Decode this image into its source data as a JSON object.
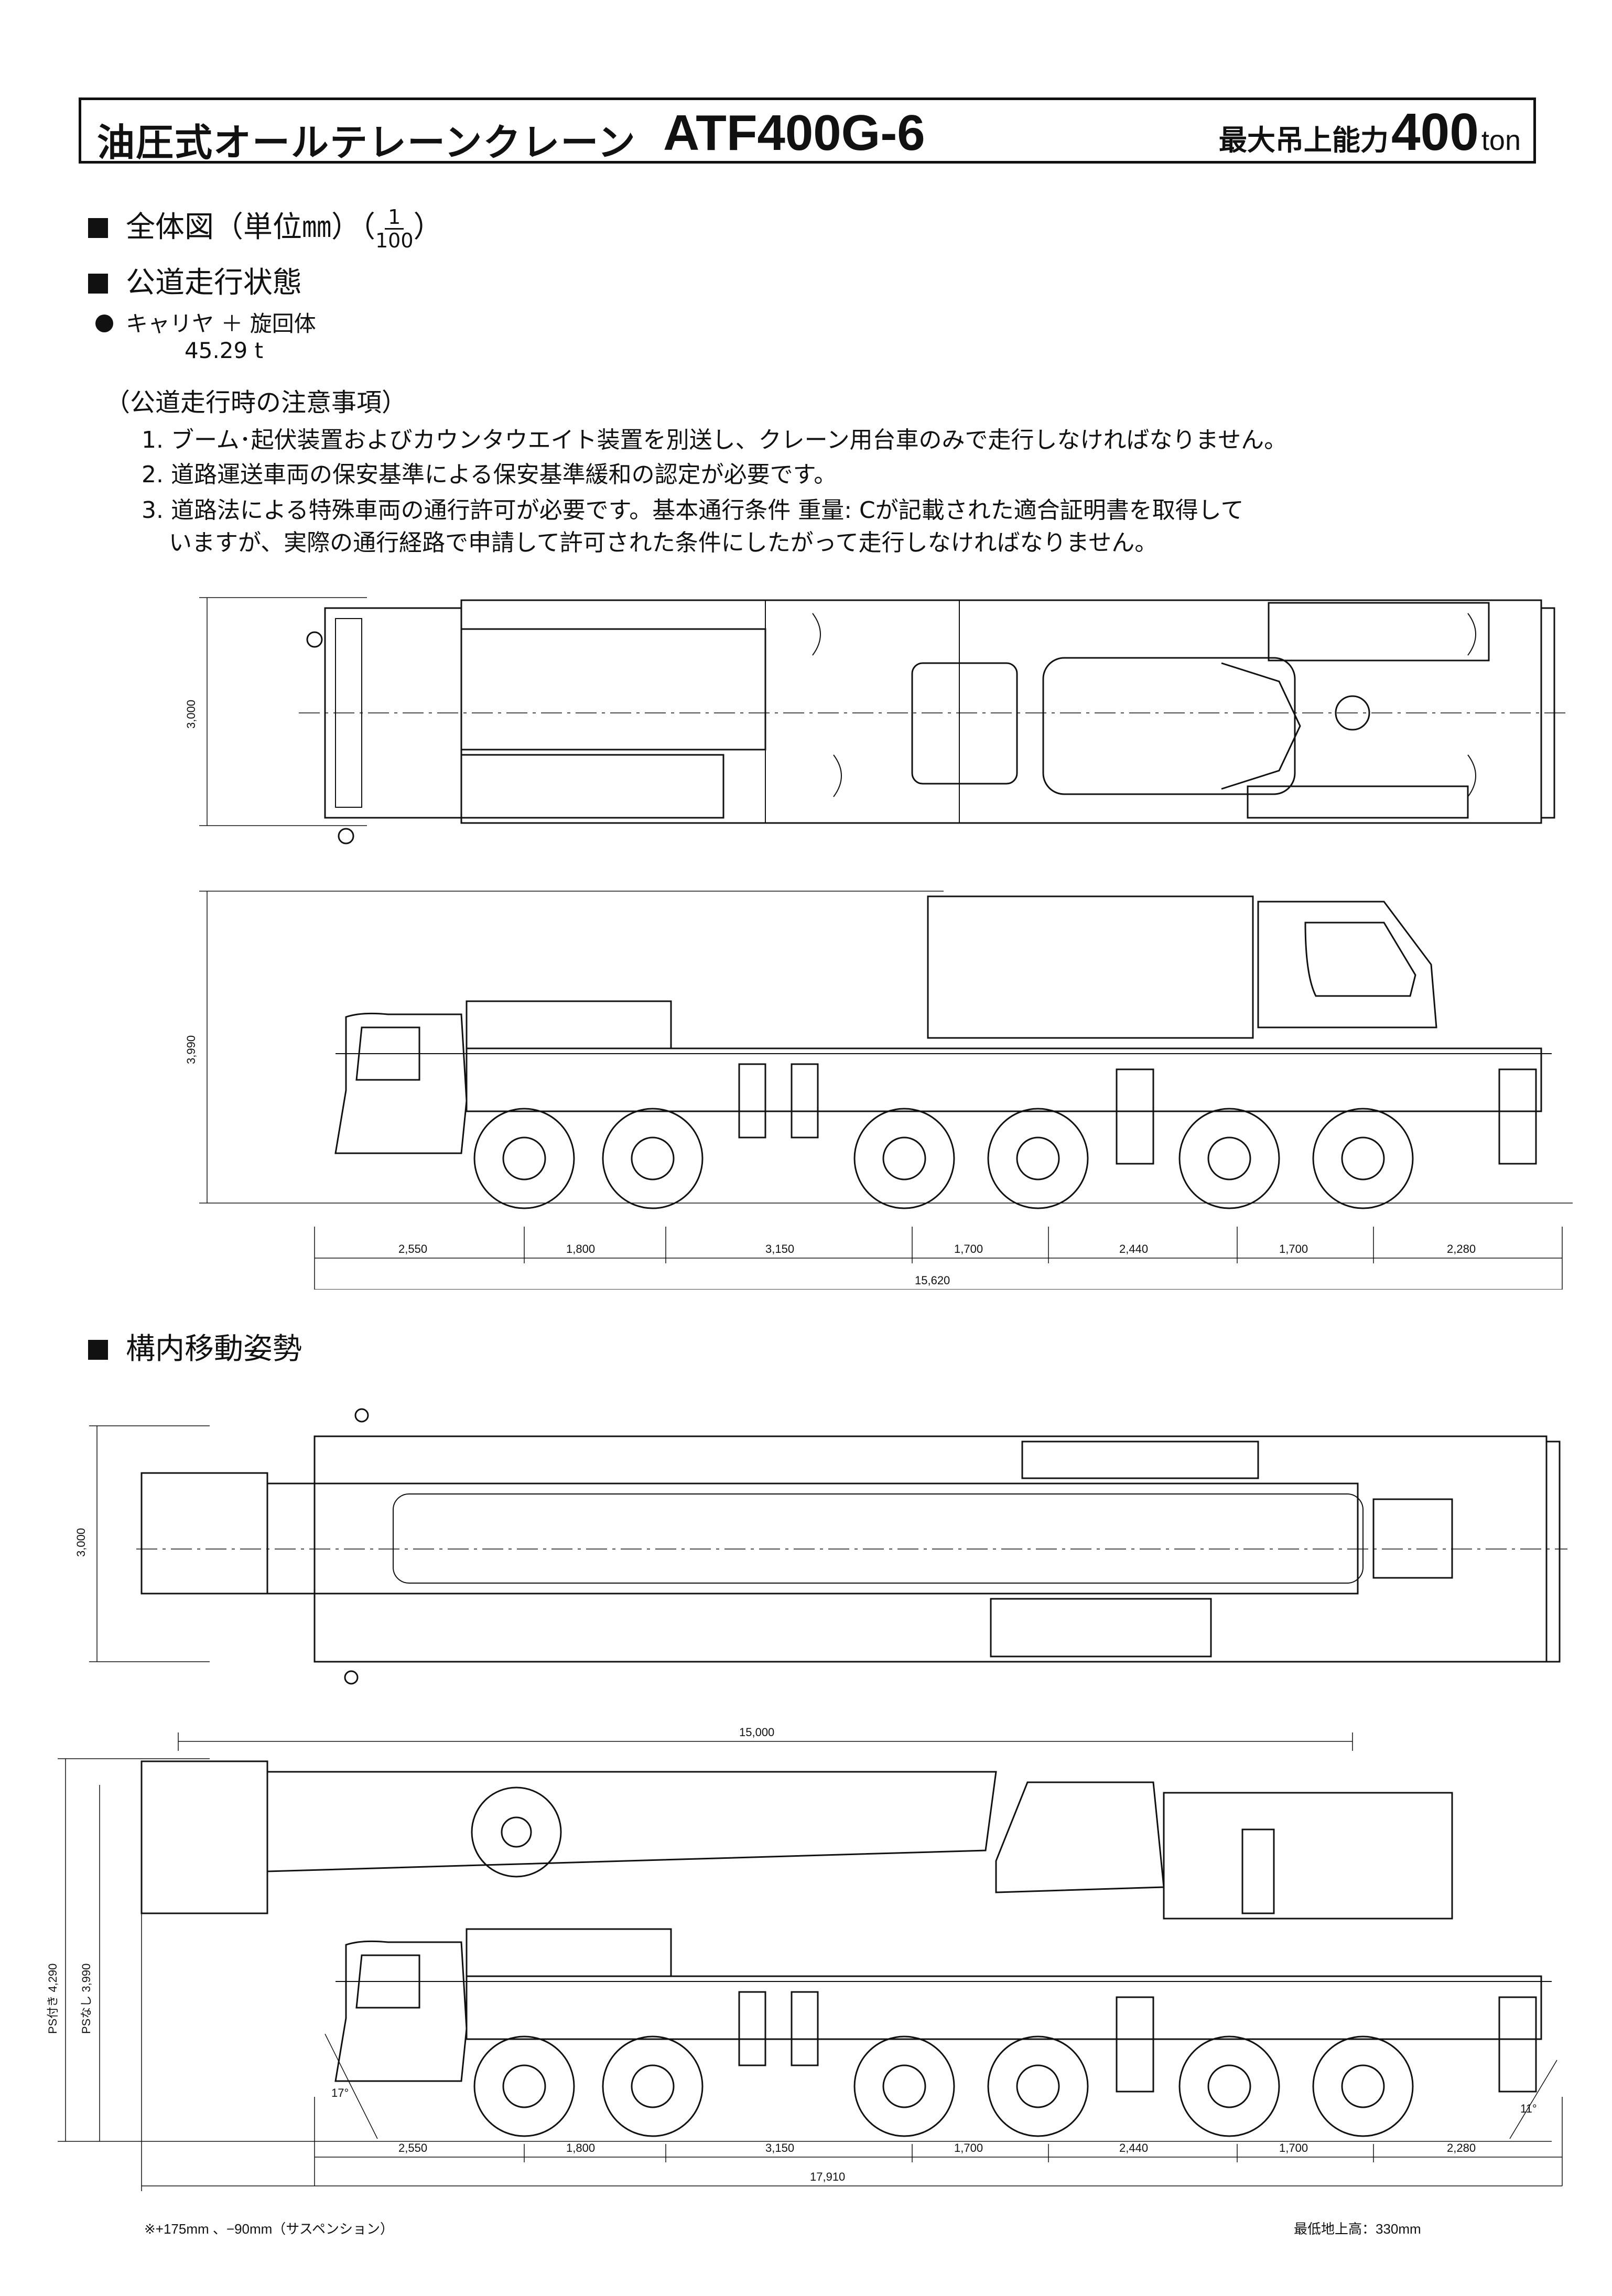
{
  "header": {
    "title": "油圧式オールテレーンクレーン",
    "model": "ATF400G-6",
    "capacity_label": "最大吊上能力",
    "capacity_value": "400",
    "capacity_unit": "ton"
  },
  "overall": {
    "heading": "全体図（単位㎜）",
    "scale_num": "1",
    "scale_den": "100"
  },
  "road": {
    "heading": "公道走行状態",
    "item_label": "キャリヤ ＋ 旋回体",
    "item_weight": "45.29 t"
  },
  "notes": {
    "title": "（公道走行時の注意事項）",
    "items": [
      "1. ブーム･起伏装置およびカウンタウエイト装置を別送し、クレーン用台車のみで走行しなければなりません。",
      "2. 道路運送車両の保安基準による保安基準緩和の認定が必要です。",
      "3. 道路法による特殊車両の通行許可が必要です。基本通行条件 重量: Cが記載された適合証明書を取得して",
      "いますが、実際の通行経路で申請して許可された条件にしたがって走行しなければなりません。"
    ]
  },
  "yard": {
    "heading": "構内移動姿勢"
  },
  "dims": {
    "road_plan_width": "3,000",
    "road_side_height": "3,990",
    "spacings": [
      "2,550",
      "1,800",
      "3,150",
      "1,700",
      "2,440",
      "1,700",
      "2,280"
    ],
    "road_total": "15,620",
    "yard_plan_width": "3,000",
    "boom_length": "15,000",
    "ps_with": "PS付き 4,290",
    "ps_without": "PSなし 3,990",
    "mark": "※",
    "angle_front": "17°",
    "angle_rear": "11°",
    "yard_total": "17,910"
  },
  "footer": {
    "left": "※+175mm 、−90mm（サスペンション）",
    "right": "最低地上高：330mm"
  }
}
